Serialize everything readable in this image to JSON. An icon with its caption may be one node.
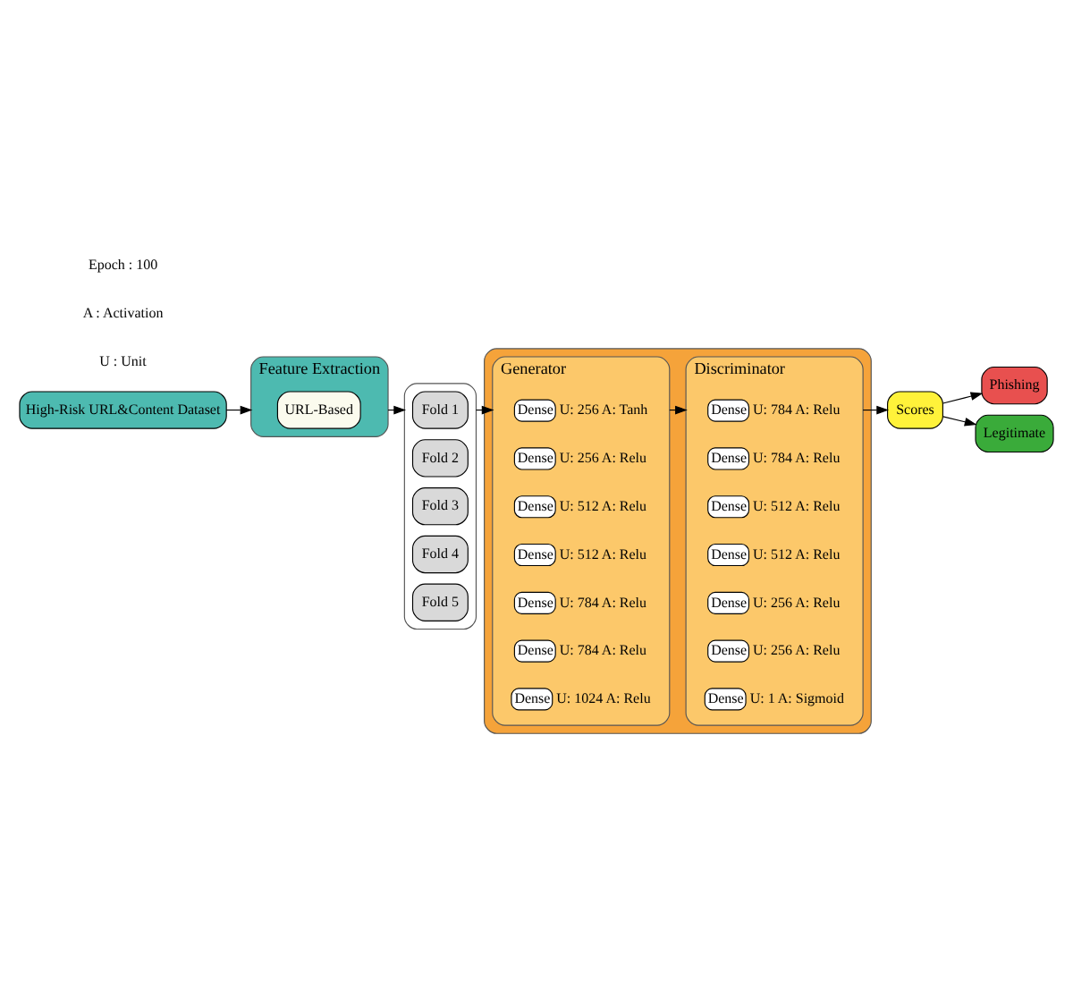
{
  "diagram": {
    "nodes": [
      {
        "text": [
          "High-Risk URL&Content Dataset"
        ]
      },
      {
        "text": [
          "Feature Extraction"
        ]
      },
      {
        "text": [
          "URL-Based"
        ],
        "in": 1
      },
      {
        "text": [],
        "shape": "box"
      },
      {
        "text": [
          "Fold 1"
        ],
        "in": 3
      },
      {
        "text": [
          "Fold 2"
        ],
        "in": 3
      },
      {
        "text": [
          "Fold 3"
        ],
        "in": 3
      },
      {
        "text": [
          "Fold 4"
        ],
        "in": 3
      },
      {
        "text": [
          "Fold 5"
        ],
        "in": 3
      },
      {
        "text": [],
        "shape": "box"
      },
      {
        "text": [
          "Generator"
        ],
        "in": 9
      },
      {
        "text": [
          "Dense"
        ],
        "beside": [
          "U: 256 A: Tanh"
        ],
        "in": 10
      },
      {
        "text": [
          "Dense"
        ],
        "beside": [
          "U: 256 A: Relu"
        ],
        "in": 10
      },
      {
        "text": [
          "Dense"
        ],
        "beside": [
          "U: 512 A: Relu"
        ],
        "in": 10
      },
      {
        "text": [
          "Dense"
        ],
        "beside": [
          "U: 512 A: Relu"
        ],
        "in": 10
      },
      {
        "text": [
          "Dense"
        ],
        "beside": [
          "U: 784 A: Relu"
        ],
        "in": 10
      },
      {
        "text": [
          "Dense"
        ],
        "beside": [
          "U: 784 A: Relu"
        ],
        "in": 10
      },
      {
        "text": [
          "Dense"
        ],
        "beside": [
          "U: 1024 A: Relu"
        ],
        "in": 10
      },
      {
        "text": [
          "Discriminator"
        ],
        "in": 9
      },
      {
        "text": [
          "Dense"
        ],
        "beside": [
          "U: 784 A: Relu"
        ],
        "in": 18
      },
      {
        "text": [
          "Dense"
        ],
        "beside": [
          "U: 784 A: Relu"
        ],
        "in": 18
      },
      {
        "text": [
          "Dense"
        ],
        "beside": [
          "U: 512 A: Relu"
        ],
        "in": 18
      },
      {
        "text": [
          "Dense"
        ],
        "beside": [
          "U: 512 A: Relu"
        ],
        "in": 18
      },
      {
        "text": [
          "Dense"
        ],
        "beside": [
          "U: 256 A: Relu"
        ],
        "in": 18
      },
      {
        "text": [
          "Dense"
        ],
        "beside": [
          "U: 256 A: Relu"
        ],
        "in": 18
      },
      {
        "text": [
          "Dense"
        ],
        "beside": [
          "U: 1 A: Sigmoid"
        ],
        "in": 18
      },
      {
        "text": [
          "Phishing"
        ]
      },
      {
        "text": [
          "Scores"
        ]
      },
      {
        "text": [
          "Legitimate"
        ]
      }
    ],
    "edges": [
      {
        "from": 0,
        "to": 1,
        "arrow": "to"
      },
      {
        "from": 1,
        "to": 3,
        "arrow": "to"
      },
      {
        "from": 3,
        "to": 10,
        "arrow": "to"
      },
      {
        "from": 10,
        "to": 18,
        "arrow": "to"
      },
      {
        "from": 18,
        "to": 27,
        "arrow": "to"
      },
      {
        "from": 27,
        "to": 26,
        "arrow": "to"
      },
      {
        "from": 27,
        "to": 28,
        "arrow": "to"
      }
    ],
    "labels": [
      "U : Unit",
      "A : Activation",
      "Epoch : 100"
    ]
  }
}
